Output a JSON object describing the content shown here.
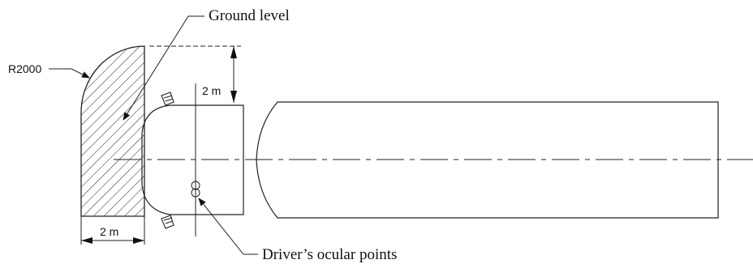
{
  "labels": {
    "ground_level": "Ground level",
    "radius": "R2000",
    "dim_vertical": "2 m",
    "dim_horizontal": "2 m",
    "ocular_points": "Driver’s ocular points"
  },
  "colors": {
    "line": "#222222",
    "text": "#111111",
    "background": "#ffffff"
  }
}
